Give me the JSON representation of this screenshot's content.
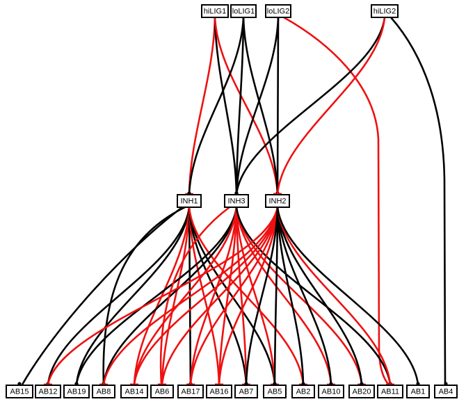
{
  "colors": {
    "activation": "#000000",
    "inhibition": "#ee1111"
  },
  "nodes": [
    {
      "id": "hiLIG1",
      "label": "hiLIG1"
    },
    {
      "id": "loLIG1",
      "label": "loLIG1"
    },
    {
      "id": "loLIG2",
      "label": "loLIG2"
    },
    {
      "id": "hiLIG2",
      "label": "hiLIG2"
    },
    {
      "id": "INH1",
      "label": "INH1"
    },
    {
      "id": "INH3",
      "label": "INH3"
    },
    {
      "id": "INH2",
      "label": "INH2"
    },
    {
      "id": "AB15",
      "label": "AB15"
    },
    {
      "id": "AB12",
      "label": "AB12"
    },
    {
      "id": "AB19",
      "label": "AB19"
    },
    {
      "id": "AB8",
      "label": "AB8"
    },
    {
      "id": "AB14",
      "label": "AB14"
    },
    {
      "id": "AB6",
      "label": "AB6"
    },
    {
      "id": "AB17",
      "label": "AB17"
    },
    {
      "id": "AB16",
      "label": "AB16"
    },
    {
      "id": "AB7",
      "label": "AB7"
    },
    {
      "id": "AB5",
      "label": "AB5"
    },
    {
      "id": "AB2",
      "label": "AB2"
    },
    {
      "id": "AB10",
      "label": "AB10"
    },
    {
      "id": "AB20",
      "label": "AB20"
    },
    {
      "id": "AB11",
      "label": "AB11"
    },
    {
      "id": "AB1",
      "label": "AB1"
    },
    {
      "id": "AB4",
      "label": "AB4"
    }
  ],
  "edges": [
    {
      "from": "hiLIG1",
      "to": "INH1",
      "type": "inhibition"
    },
    {
      "from": "hiLIG1",
      "to": "INH3",
      "type": "activation"
    },
    {
      "from": "hiLIG1",
      "to": "INH2",
      "type": "inhibition"
    },
    {
      "from": "loLIG1",
      "to": "INH1",
      "type": "activation"
    },
    {
      "from": "loLIG1",
      "to": "INH3",
      "type": "activation"
    },
    {
      "from": "loLIG1",
      "to": "INH2",
      "type": "activation"
    },
    {
      "from": "loLIG2",
      "to": "INH3",
      "type": "activation"
    },
    {
      "from": "loLIG2",
      "to": "INH2",
      "type": "activation"
    },
    {
      "from": "loLIG2",
      "to": "AB11",
      "type": "inhibition"
    },
    {
      "from": "hiLIG2",
      "to": "INH3",
      "type": "activation"
    },
    {
      "from": "hiLIG2",
      "to": "INH2",
      "type": "inhibition"
    },
    {
      "from": "hiLIG2",
      "to": "AB4",
      "type": "activation"
    },
    {
      "from": "INH1",
      "to": "AB15",
      "type": "activation"
    },
    {
      "from": "INH1",
      "to": "AB12",
      "type": "activation"
    },
    {
      "from": "INH1",
      "to": "AB19",
      "type": "activation"
    },
    {
      "from": "INH1",
      "to": "AB8",
      "type": "activation"
    },
    {
      "from": "INH1",
      "to": "AB14",
      "type": "inhibition"
    },
    {
      "from": "INH1",
      "to": "AB6",
      "type": "inhibition"
    },
    {
      "from": "INH1",
      "to": "AB17",
      "type": "activation"
    },
    {
      "from": "INH1",
      "to": "AB16",
      "type": "inhibition"
    },
    {
      "from": "INH1",
      "to": "AB7",
      "type": "activation"
    },
    {
      "from": "INH1",
      "to": "AB5",
      "type": "activation"
    },
    {
      "from": "INH1",
      "to": "AB2",
      "type": "inhibition"
    },
    {
      "from": "INH3",
      "to": "AB19",
      "type": "activation"
    },
    {
      "from": "INH3",
      "to": "AB8",
      "type": "activation"
    },
    {
      "from": "INH3",
      "to": "AB14",
      "type": "inhibition"
    },
    {
      "from": "INH3",
      "to": "AB6",
      "type": "inhibition"
    },
    {
      "from": "INH3",
      "to": "AB17",
      "type": "inhibition"
    },
    {
      "from": "INH3",
      "to": "AB16",
      "type": "inhibition"
    },
    {
      "from": "INH3",
      "to": "AB7",
      "type": "inhibition"
    },
    {
      "from": "INH3",
      "to": "AB5",
      "type": "inhibition"
    },
    {
      "from": "INH3",
      "to": "AB10",
      "type": "inhibition"
    },
    {
      "from": "INH3",
      "to": "AB20",
      "type": "inhibition"
    },
    {
      "from": "INH3",
      "to": "AB11",
      "type": "activation"
    },
    {
      "from": "INH2",
      "to": "AB12",
      "type": "inhibition"
    },
    {
      "from": "INH2",
      "to": "AB8",
      "type": "inhibition"
    },
    {
      "from": "INH2",
      "to": "AB14",
      "type": "inhibition"
    },
    {
      "from": "INH2",
      "to": "AB6",
      "type": "inhibition"
    },
    {
      "from": "INH2",
      "to": "AB17",
      "type": "inhibition"
    },
    {
      "from": "INH2",
      "to": "AB16",
      "type": "inhibition"
    },
    {
      "from": "INH2",
      "to": "AB7",
      "type": "activation"
    },
    {
      "from": "INH2",
      "to": "AB5",
      "type": "activation"
    },
    {
      "from": "INH2",
      "to": "AB2",
      "type": "activation"
    },
    {
      "from": "INH2",
      "to": "AB10",
      "type": "activation"
    },
    {
      "from": "INH2",
      "to": "AB20",
      "type": "activation"
    },
    {
      "from": "INH2",
      "to": "AB11",
      "type": "inhibition"
    },
    {
      "from": "INH2",
      "to": "AB1",
      "type": "activation"
    }
  ]
}
